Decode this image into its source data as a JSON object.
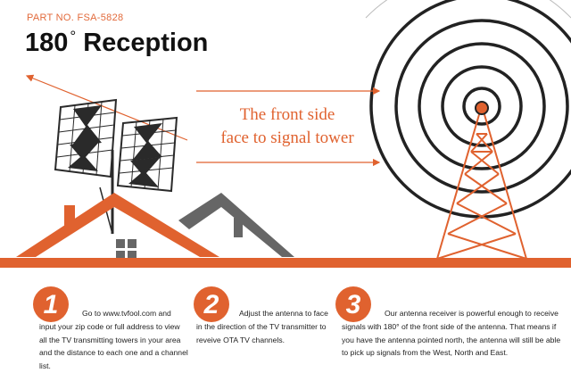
{
  "header": {
    "part_number": "PART NO. FSA-5828",
    "title_number": "180",
    "title_degree": "°",
    "title_word": "Reception"
  },
  "callout": {
    "line1": "The front side",
    "line2": "face to signal tower"
  },
  "steps": [
    {
      "number": "1",
      "text": "Go to www.tvfool.com and input your zip code or full address to view all the TV transmitting towers in your area and the distance to each one and a channel list."
    },
    {
      "number": "2",
      "text": "Adjust the antenna to face in the direction of the TV transmitter to reveive OTA TV channels."
    },
    {
      "number": "3",
      "text": "Our antenna receiver is powerful enough to receive signals with 180° of the front side of the antenna. That means if you have the antenna pointed north, the antenna will still be able to pick up signals from the West, North and East."
    }
  ],
  "colors": {
    "accent": "#e0622f",
    "house_gray": "#666666",
    "ring": "#222222",
    "antenna": "#2a2a2a"
  }
}
